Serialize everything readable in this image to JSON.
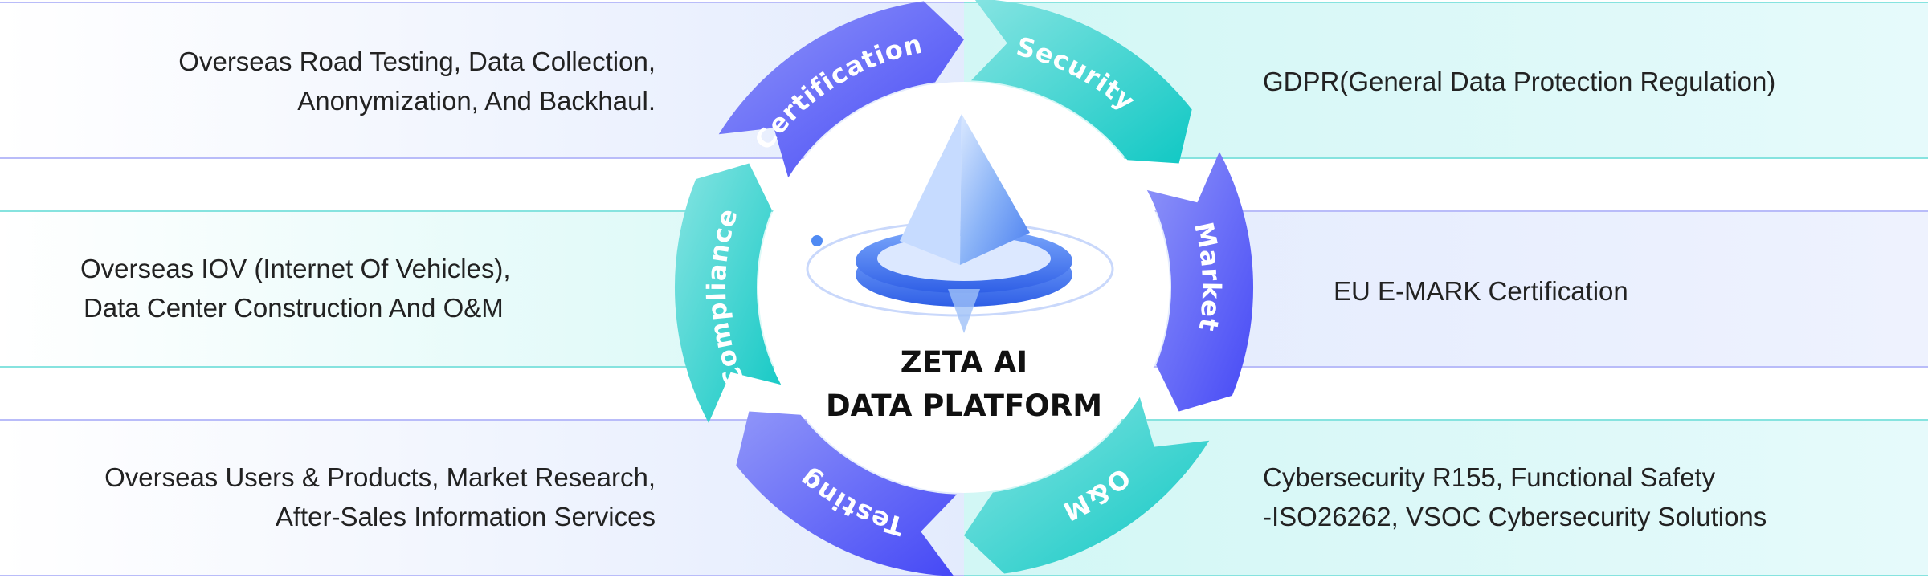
{
  "center": {
    "line1": "ZETA AI",
    "line2": "DATA PLATFORM"
  },
  "segments": [
    {
      "label": "Certification",
      "color": "purple"
    },
    {
      "label": "Security",
      "color": "teal"
    },
    {
      "label": "Market",
      "color": "purple"
    },
    {
      "label": "O&M",
      "color": "teal"
    },
    {
      "label": "Testing",
      "color": "purple"
    },
    {
      "label": "Compliance",
      "color": "teal"
    }
  ],
  "left": [
    {
      "lines": [
        "Overseas Road Testing, Data Collection,",
        "Anonymization, And Backhaul."
      ]
    },
    {
      "lines": [
        "Overseas IOV (Internet Of Vehicles),",
        "Data Center Construction And O&M"
      ]
    },
    {
      "lines": [
        "Overseas Users & Products, Market Research,",
        "After-Sales Information Services"
      ]
    }
  ],
  "right": [
    {
      "lines": [
        "GDPR(General Data Protection Regulation)"
      ]
    },
    {
      "lines": [
        "EU E-MARK Certification"
      ]
    },
    {
      "lines": [
        "Cybersecurity R155, Functional Safety",
        "-ISO26262, VSOC Cybersecurity Solutions"
      ]
    }
  ],
  "colors": {
    "purple_start": "#9096f9",
    "purple_end": "#4548f6",
    "teal_start": "#86e4e2",
    "teal_end": "#10c8c4"
  }
}
